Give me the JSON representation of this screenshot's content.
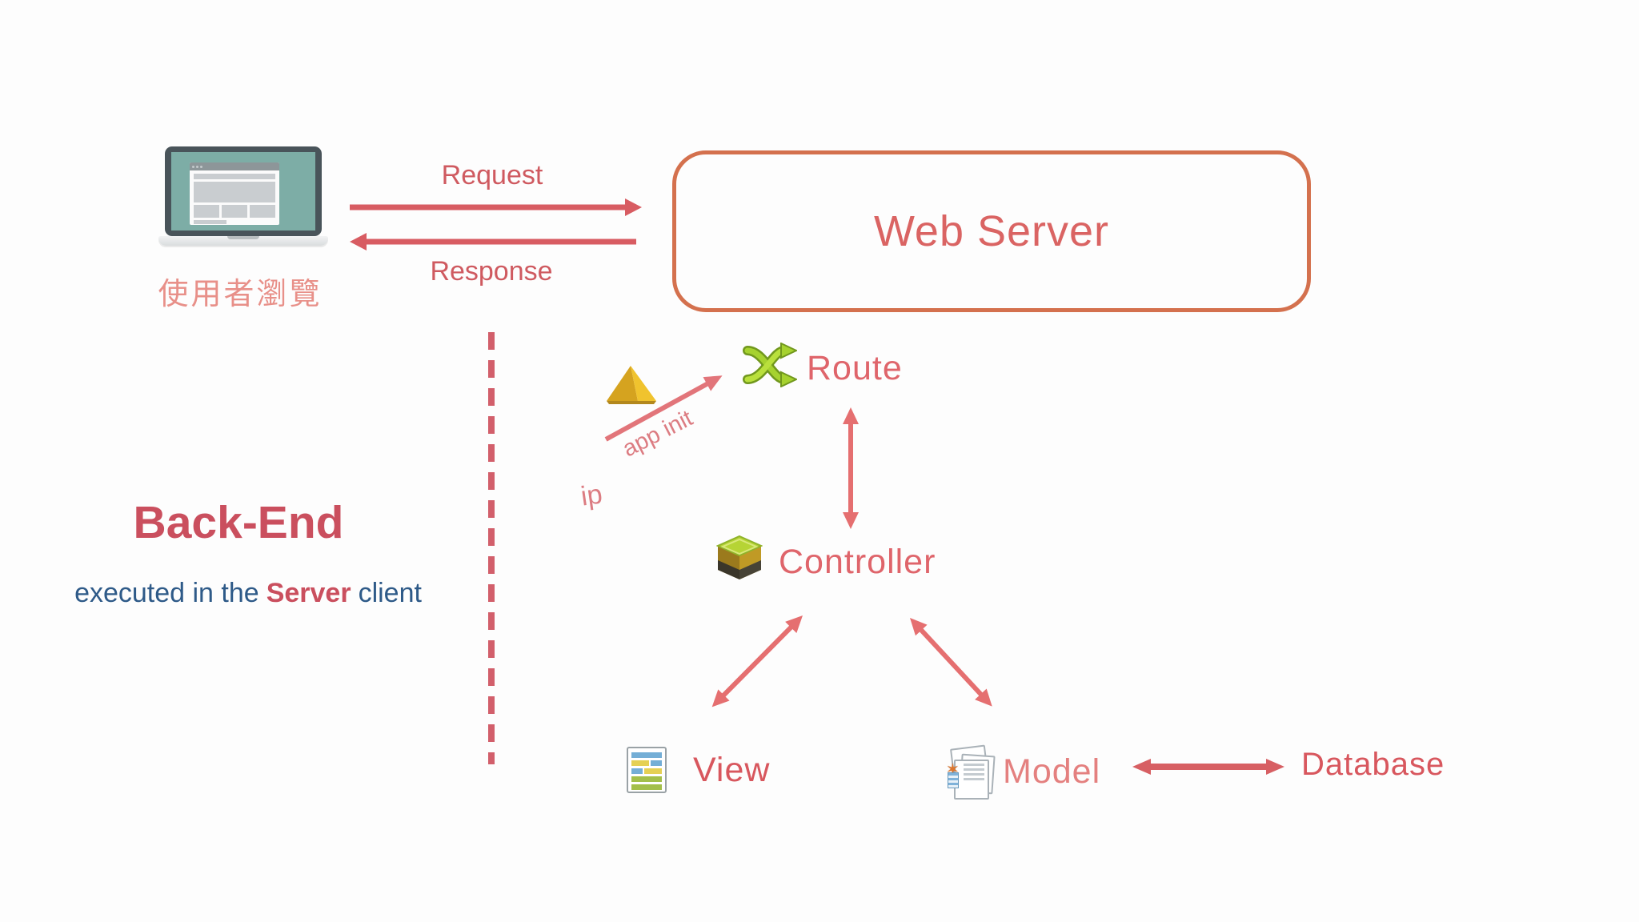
{
  "client": {
    "caption": "使用者瀏覽"
  },
  "flow": {
    "request": "Request",
    "response": "Response"
  },
  "server": {
    "title": "Web Server"
  },
  "panel": {
    "title": "Back-End",
    "sub_prefix": "executed in the",
    "sub_bold": "Server",
    "sub_suffix": "client"
  },
  "mvc": {
    "app_init": "app init",
    "fragment": "ip",
    "route": "Route",
    "controller": "Controller",
    "view": "View",
    "model": "Model",
    "database": "Database"
  },
  "colors": {
    "accent_red": "#d85c62",
    "diagram_arrow": "#e56f70",
    "server_border": "#d4714e",
    "blue_text": "#2e5a88",
    "route_green": "#a6d22f",
    "caption_salmon": "#e89089"
  }
}
